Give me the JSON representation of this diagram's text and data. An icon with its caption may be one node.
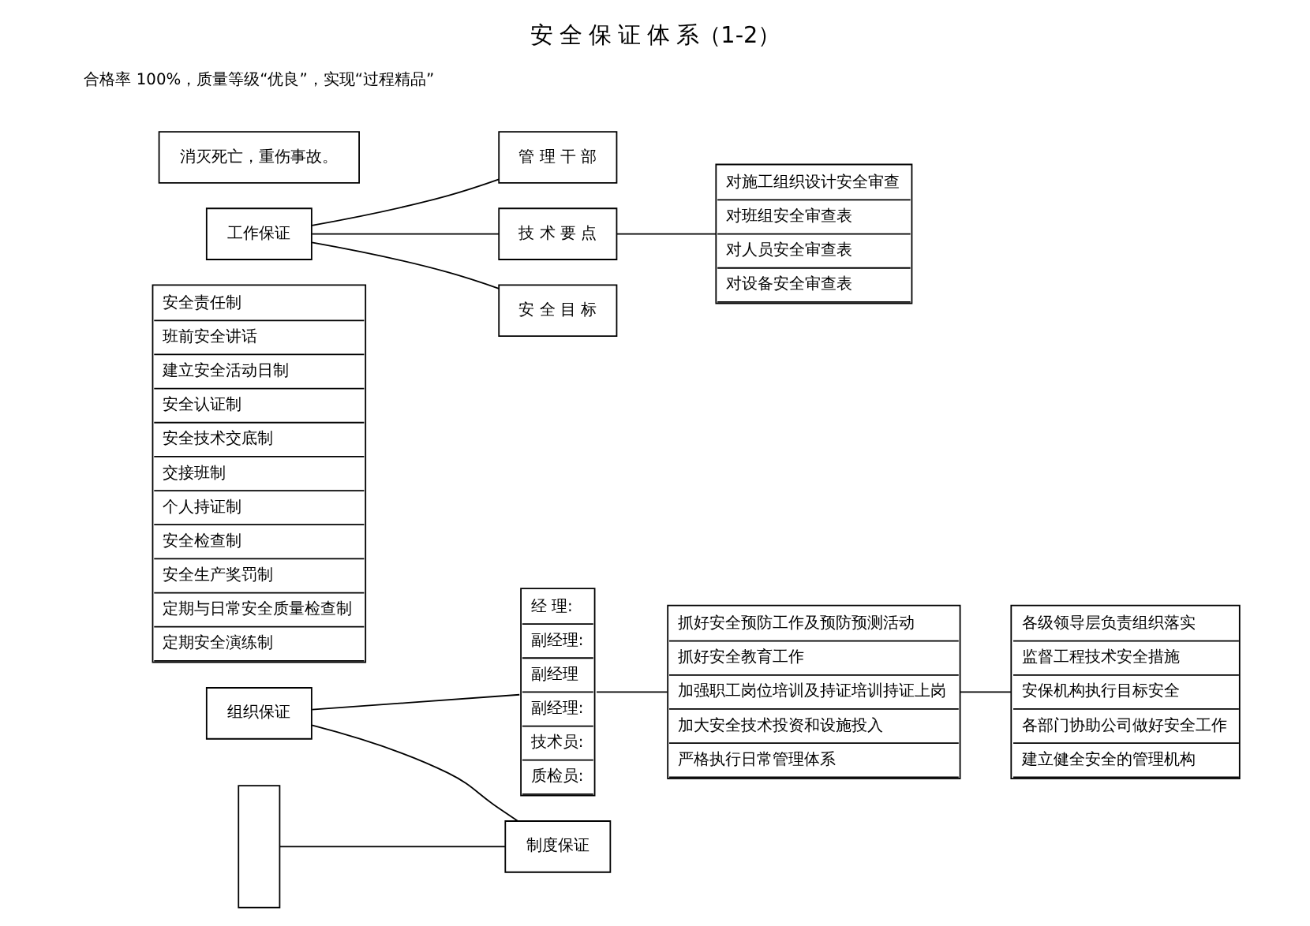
{
  "diagram": {
    "title": "安 全 保 证 体 系（1-2）",
    "nodes": [
      {
        "text": [
          "组织保证"
        ]
      },
      {
        "text": [
          "经 理:",
          "副经理:",
          "副经理",
          "副经理:",
          "技术员:",
          "质检员:"
        ]
      },
      {
        "text": [
          "抓好安全预防工作及预防预测活动",
          "抓好安全教育工作",
          "加强职工岗位培训及持证培训持证上岗",
          "加大安全技术投资和设施投入",
          "严格执行日常管理体系"
        ]
      },
      {
        "text": [
          "各级领导层负责组织落实",
          "监督工程技术安全措施",
          "安保机构执行目标安全",
          "各部门协助公司做好安全工作",
          "建立健全安全的管理机构"
        ]
      },
      {
        "text": [
          "安全责任制",
          "班前安全讲话",
          "建立安全活动日制",
          "安全认证制",
          "安全技术交底制",
          "交接班制",
          "个人持证制",
          "安全检查制",
          "安全生产奖罚制",
          "定期与日常安全质量检查制",
          "定期安全演练制"
        ]
      },
      {
        "text": [],
        "shape": "box"
      },
      {
        "text": [
          "工作保证"
        ]
      },
      {
        "text": [
          "制度保证"
        ]
      },
      {
        "text": [
          "管 理 干 部"
        ]
      },
      {
        "text": [
          "技 术 要 点"
        ]
      },
      {
        "text": [
          "对施工组织设计安全审查",
          "对班组安全审查表",
          "对人员安全审查表",
          "对设备安全审查表"
        ]
      },
      {
        "text": [
          "安 全 目 标"
        ]
      },
      {
        "text": [
          "消灭死亡，重伤事故。"
        ]
      }
    ],
    "edges": [
      {
        "from": 0,
        "to": 1,
        "arrow": "none"
      },
      {
        "from": 1,
        "to": 2,
        "arrow": "none"
      },
      {
        "from": 2,
        "to": 3,
        "arrow": "none"
      },
      {
        "from": 0,
        "to": 7,
        "arrow": "none"
      },
      {
        "from": 5,
        "to": 7,
        "arrow": "none"
      },
      {
        "from": 6,
        "to": 8,
        "arrow": "none"
      },
      {
        "from": 6,
        "to": 9,
        "arrow": "none"
      },
      {
        "from": 6,
        "to": 11,
        "arrow": "none"
      },
      {
        "from": 9,
        "to": 10,
        "arrow": "none"
      }
    ],
    "labels": [
      "合格率 100%，质量等级“优良”，实现“过程精品”"
    ]
  }
}
